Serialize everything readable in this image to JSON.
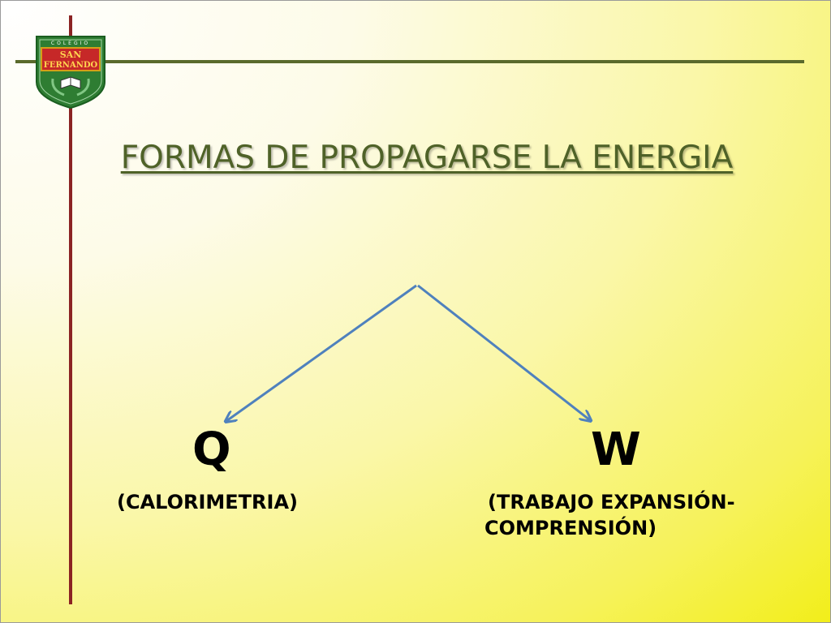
{
  "logo": {
    "top_text": "COLEGIO",
    "line1": "SAN",
    "line2": "FERNANDO",
    "colors": {
      "shield": "#2e7d32",
      "band": "#c62828",
      "gold": "#d4a017"
    }
  },
  "title": "FORMAS DE PROPAGARSE LA ENERGIA",
  "branches": [
    {
      "symbol": "Q",
      "description": "(CALORIMETRIA)"
    },
    {
      "symbol": "W",
      "description_line1": "(TRABAJO EXPANSIÓN-",
      "description_line2": "COMPRENSIÓN)"
    }
  ],
  "colors": {
    "title": "#4f6228",
    "arrow": "#4f81bd",
    "vertical_rule": "#8b2323",
    "horizontal_rule": "#5a6a2c"
  }
}
